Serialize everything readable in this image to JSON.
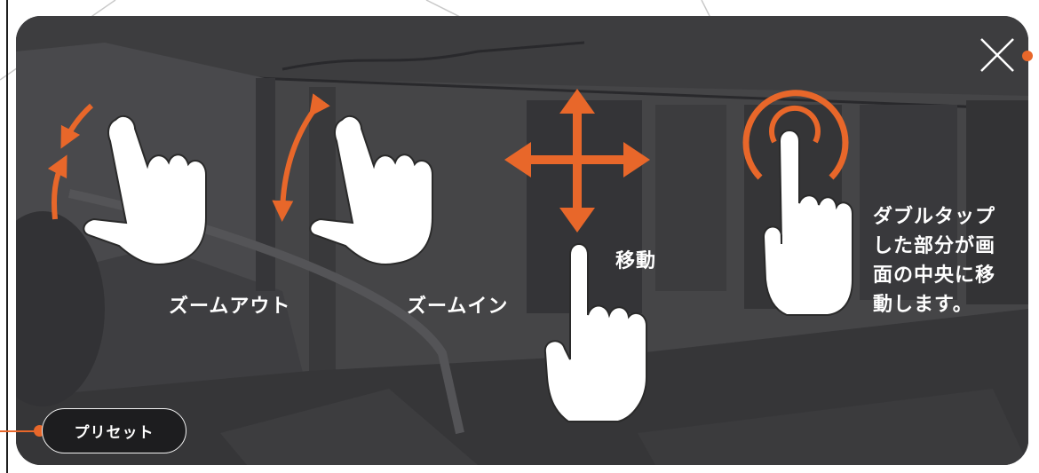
{
  "gestures": {
    "zoom_out": {
      "label": "ズームアウト",
      "icon": "pinch-out-hand-icon"
    },
    "zoom_in": {
      "label": "ズームイン",
      "icon": "pinch-in-hand-icon"
    },
    "move": {
      "label": "移動",
      "icon": "drag-hand-icon"
    },
    "double_tap": {
      "label": "ダブルタップ\nした部分が画\n面の中央に移\n動します。",
      "icon": "double-tap-hand-icon"
    }
  },
  "buttons": {
    "close": {
      "icon": "close-icon"
    },
    "preset": {
      "label": "プリセット"
    }
  },
  "colors": {
    "accent": "#e8672a",
    "overlay": "#3a3a3c",
    "hand": "#ffffff"
  }
}
